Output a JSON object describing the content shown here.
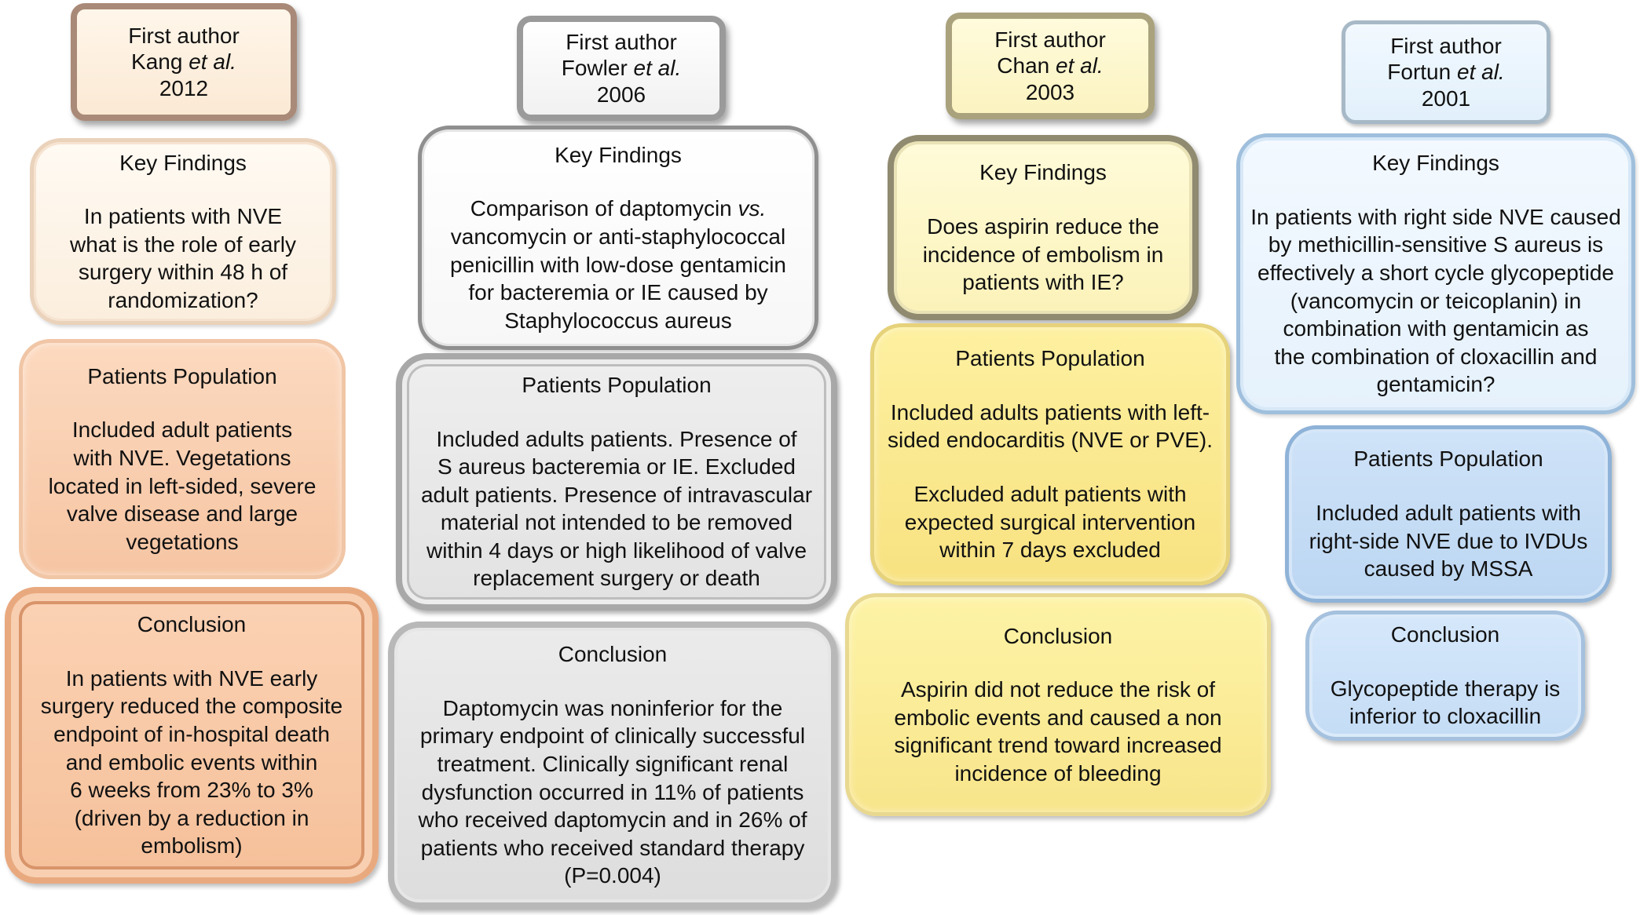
{
  "studies": [
    {
      "author_label": "First author",
      "author_name": "Kang",
      "etal": "et al.",
      "year": "2012",
      "key_findings": {
        "heading": "Key Findings",
        "text": "In patients with NVE\nwhat is the role of early\nsurgery within 48 h of\nrandomization?"
      },
      "population": {
        "heading": "Patients Population",
        "text": "Included adult patients\nwith NVE. Vegetations\nlocated in left-sided, severe\nvalve disease and large\nvegetations"
      },
      "conclusion": {
        "heading": "Conclusion",
        "text": "In patients with NVE early\nsurgery reduced the composite\nendpoint of in-hospital death\nand embolic events within\n6 weeks from 23% to 3%\n(driven by a reduction in\nembolism)"
      }
    },
    {
      "author_label": "First author",
      "author_name": "Fowler",
      "etal": "et al.",
      "year": "2006",
      "key_findings": {
        "heading": "Key Findings",
        "text_pre": "Comparison of daptomycin ",
        "text_em": "vs.",
        "text_post": "\nvancomycin or anti-staphylococcal\npenicillin with low-dose gentamicin\nfor bacteremia or IE caused by\nStaphylococcus aureus"
      },
      "population": {
        "heading": "Patients Population",
        "text": "Included adults patients. Presence of\nS aureus bacteremia or IE. Excluded\nadult patients. Presence of intravascular\nmaterial not intended to be removed\nwithin 4 days or high likelihood of valve\nreplacement surgery or death"
      },
      "conclusion": {
        "heading": "Conclusion",
        "text": "Daptomycin was noninferior for the\nprimary endpoint of clinically successful\ntreatment. Clinically significant renal\ndysfunction occurred in 11% of patients\nwho received daptomycin and in 26% of\npatients who received standard therapy\n(P=0.004)"
      }
    },
    {
      "author_label": "First author",
      "author_name": "Chan",
      "etal": "et al.",
      "year": "2003",
      "key_findings": {
        "heading": "Key Findings",
        "text": "Does aspirin reduce the\nincidence of embolism in\npatients with IE?"
      },
      "population": {
        "heading": "Patients Population",
        "text": "Included adults patients with left-\nsided endocarditis (NVE or PVE).",
        "text2": "Excluded adult patients with\nexpected surgical intervention\nwithin 7 days excluded"
      },
      "conclusion": {
        "heading": "Conclusion",
        "text": "Aspirin did not reduce the risk of\nembolic events and caused a non\nsignificant trend toward increased\nincidence of bleeding"
      }
    },
    {
      "author_label": "First author",
      "author_name": "Fortun",
      "etal": "et al.",
      "year": "2001",
      "key_findings": {
        "heading": "Key Findings",
        "text": "In patients with right side NVE caused\nby methicillin-sensitive S aureus is\neffectively a short cycle glycopeptide\n(vancomycin or teicoplanin) in\ncombination with gentamicin as\nthe combination of cloxacillin and\ngentamicin?"
      },
      "population": {
        "heading": "Patients Population",
        "text": "Included adult patients with\nright-side NVE due to IVDUs\ncaused by MSSA"
      },
      "conclusion": {
        "heading": "Conclusion",
        "text": "Glycopeptide therapy is\ninferior to cloxacillin"
      }
    }
  ]
}
